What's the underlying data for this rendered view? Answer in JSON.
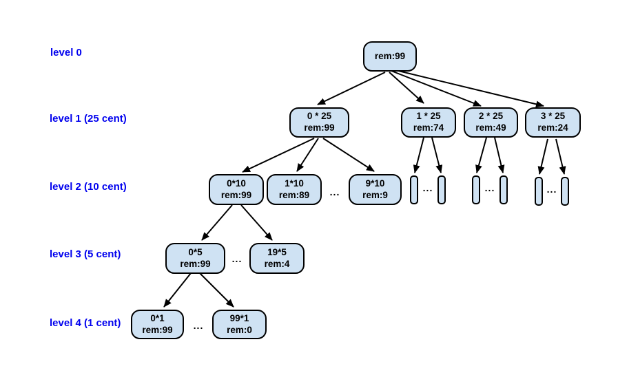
{
  "colors": {
    "background": "#ffffff",
    "node_fill": "#cfe2f3",
    "node_border": "#000000",
    "node_text": "#000000",
    "label_text": "#0000ee",
    "edge": "#000000"
  },
  "labels": {
    "level0": "level 0",
    "level1": "level 1 (25 cent)",
    "level2": "level 2 (10 cent)",
    "level3": "level 3 (5 cent)",
    "level4": "level 4 (1 cent)"
  },
  "ellipsis": "...",
  "nodes": {
    "root": {
      "line1": "rem:99"
    },
    "q0": {
      "line1": "0 * 25",
      "line2": "rem:99"
    },
    "q1": {
      "line1": "1 * 25",
      "line2": "rem:74"
    },
    "q2": {
      "line1": "2 * 25",
      "line2": "rem:49"
    },
    "q3": {
      "line1": "3 * 25",
      "line2": "rem:24"
    },
    "d0": {
      "line1": "0*10",
      "line2": "rem:99"
    },
    "d1": {
      "line1": "1*10",
      "line2": "rem:89"
    },
    "d9": {
      "line1": "9*10",
      "line2": "rem:9"
    },
    "n0": {
      "line1": "0*5",
      "line2": "rem:99"
    },
    "n19": {
      "line1": "19*5",
      "line2": "rem:4"
    },
    "p0": {
      "line1": "0*1",
      "line2": "rem:99"
    },
    "p99": {
      "line1": "99*1",
      "line2": "rem:0"
    }
  }
}
